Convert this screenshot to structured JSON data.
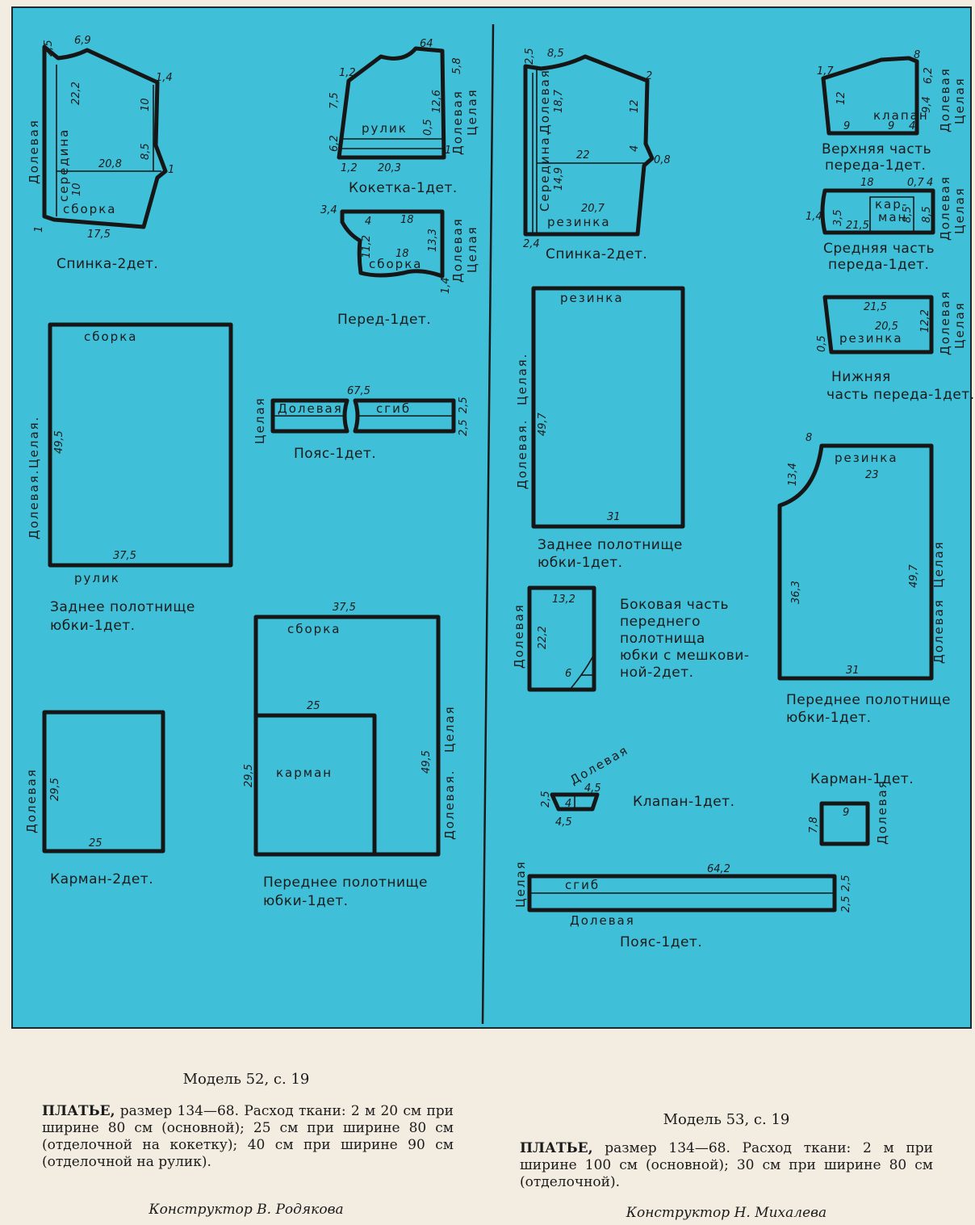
{
  "sheet": {
    "model52": {
      "spinka": {
        "label": "Спинка-2дет.",
        "grain": "Долевая",
        "center": "середина",
        "gather": "сборка",
        "m1": "2,5",
        "m2": "6,9",
        "m3": "1,4",
        "m4": "22,2",
        "m5": "10",
        "m6": "20,8",
        "m7": "8,5",
        "m8": "1",
        "m9": "10",
        "m10": "1",
        "m11": "17,5"
      },
      "koketka": {
        "label": "Кокетка-1дет.",
        "inner": "рулик",
        "grain": "Долевая",
        "whole": "Целая",
        "m1": "1,2",
        "m2": "64",
        "m3": "5,8",
        "m4": "7,5",
        "m5": "12,6",
        "m6": "0,5",
        "m7": "6,2",
        "m8": "1",
        "m9": "1,2",
        "m10": "20,3"
      },
      "pered": {
        "label": "Перед-1дет.",
        "inner": "сборка",
        "grain": "Долевая",
        "whole": "Целая",
        "m1": "3,4",
        "m2": "4",
        "m3": "18",
        "m4": "11,2",
        "m5": "18",
        "m6": "13,3",
        "m7": "1,4"
      },
      "back_skirt": {
        "label1": "Заднее полотнище",
        "label2": "юбки-1дет.",
        "top": "сборка",
        "bottom": "рулик",
        "grain1": "Долевая.",
        "grain2": "Целая.",
        "height": "49,5",
        "width": "37,5"
      },
      "belt": {
        "label": "Пояс-1дет.",
        "whole": "Целая",
        "grain": "Долевая",
        "fold": "сгиб",
        "length": "67,5",
        "m1": "2,5",
        "m2": "2,5"
      },
      "front_skirt": {
        "label1": "Переднее полотнище",
        "label2": "юбки-1дет.",
        "top": "сборка",
        "pocket": "карман",
        "width": "37,5",
        "pocket_width": "25",
        "left_height": "29,5",
        "height": "49,5",
        "grain1": "Долевая.",
        "grain2": "Целая"
      },
      "pocket": {
        "label": "Карман-2дет.",
        "grain": "Долевая",
        "height": "29,5",
        "width": "25"
      }
    },
    "model53": {
      "spinka": {
        "label": "Спинка-2дет.",
        "center": "Середина.",
        "grain": "Долевая",
        "elastic": "резинка",
        "m1": "2,5",
        "m2": "8,5",
        "m3": "2",
        "m4": "18,7",
        "m5": "12",
        "m6": "22",
        "m7": "4",
        "m8": "0,8",
        "m9": "14,9",
        "m10": "20,7",
        "m11": "2,4"
      },
      "upper_front": {
        "label1": "Верхняя часть",
        "label2": "переда-1дет.",
        "flap": "клапан",
        "grain": "Долевая",
        "whole": "Целая",
        "m1": "1,7",
        "m2": "8",
        "m3": "6,2",
        "m4": "9,4",
        "m5": "12",
        "m6": "9",
        "m7": "9",
        "m8": "4"
      },
      "middle_front": {
        "label1": "Средняя часть",
        "label2": "переда-1дет.",
        "pocket1": "кар-",
        "pocket2": "ман",
        "grain": "Долевая",
        "whole": "Целая",
        "m1": "18",
        "m2": "0,7",
        "m3": "4",
        "m4": "1,4",
        "m5": "3,5",
        "m6": "21,5",
        "m7": "8,5",
        "m8": "8,5"
      },
      "lower_front": {
        "label1": "Нижняя",
        "label2": "часть переда-1дет.",
        "elastic": "резинка",
        "grain": "Долевая",
        "whole": "Целая",
        "m1": "21,5",
        "m2": "20,5",
        "m3": "12,2",
        "m4": "0,5"
      },
      "back_skirt": {
        "label1": "Заднее полотнище",
        "label2": "юбки-1дет.",
        "elastic": "резинка",
        "grain1": "Долевая.",
        "grain2": "Целая.",
        "height": "49,7",
        "width": "31"
      },
      "side_part": {
        "l1": "Боковая часть",
        "l2": "переднего",
        "l3": "полотнища",
        "l4": "юбки с мешкови-",
        "l5": "ной-2дет.",
        "grain": "Долевая",
        "m1": "13,2",
        "m2": "22,2",
        "m3": "6"
      },
      "front_skirt": {
        "label1": "Переднее полотнище",
        "label2": "юбки-1дет.",
        "elastic": "резинка",
        "grain": "Долевая",
        "whole": "Целая",
        "m1": "8",
        "m2": "13,4",
        "m3": "23",
        "m4": "36,3",
        "m5": "49,7",
        "m6": "31"
      },
      "flap": {
        "label": "Клапан-1дет.",
        "grain": "Долевая",
        "m1": "2,5",
        "m2": "4,5",
        "m3": "4",
        "m4": "4,5"
      },
      "pocket": {
        "label": "Карман-1дет.",
        "grain": "Долевая",
        "m1": "9",
        "m2": "7,8"
      },
      "belt": {
        "label": "Пояс-1дет.",
        "whole": "Целая",
        "fold": "сгиб",
        "grain": "Долевая",
        "length": "64,2",
        "m1": "2,5",
        "m2": "2,5"
      }
    }
  },
  "captions": {
    "model52": {
      "title": "Модель 52, с. 19",
      "lead": "ПЛАТЬЕ,",
      "text": " размер 134—68. Расход ткани: 2 м 20 см при ширине 80 см (основной); 25 см при ширине 80 см (отделочной на кокетку); 40 см при ширине 90 см (отделочной на рулик).",
      "designer": "Конструктор В. Родякова"
    },
    "model53": {
      "title": "Модель 53, с. 19",
      "lead": "ПЛАТЬЕ,",
      "text": " размер 134—68. Расход ткани: 2 м при ширине 100 см (основной); 30 см при ширине 80 см (отделочной).",
      "designer": "Конструктор Н. Михалева"
    }
  }
}
